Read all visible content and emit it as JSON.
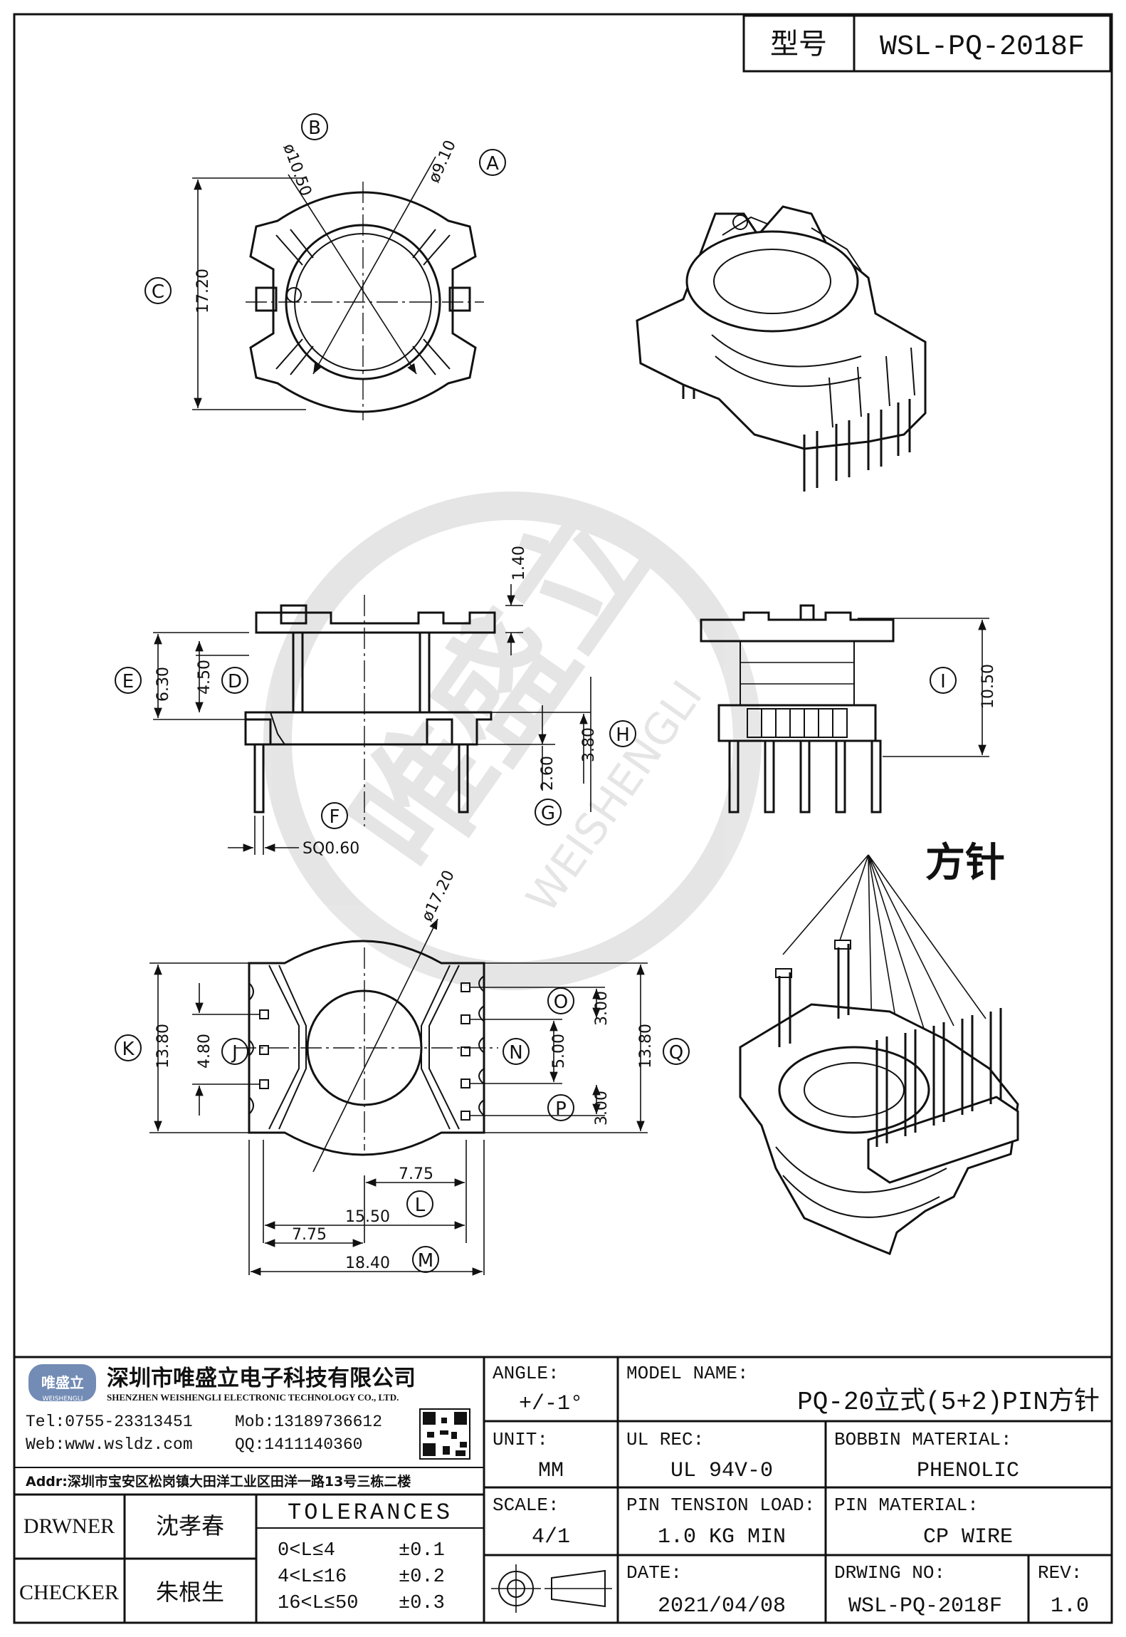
{
  "header": {
    "model_label": "型号",
    "model_value": "WSL-PQ-2018F"
  },
  "views": {
    "top": {
      "bubbles": {
        "a": "A",
        "b": "B",
        "c": "C"
      },
      "dims": {
        "dia_a": "ø9.10",
        "dia_b": "ø10.50",
        "height": "17.20"
      }
    },
    "side": {
      "bubbles": {
        "d": "D",
        "e": "E",
        "f": "F",
        "g": "G",
        "h": "H"
      },
      "dims": {
        "top": "1.40",
        "e": "6.30",
        "d": "4.50",
        "h": "3.80",
        "g": "2.60",
        "pin_sq": "SQ0.60"
      }
    },
    "front": {
      "bubbles": {
        "i": "I"
      },
      "dims": {
        "height": "10.50"
      }
    },
    "bottom": {
      "bubbles": {
        "j": "J",
        "k": "K",
        "l": "L",
        "m": "M",
        "n": "N",
        "o": "O",
        "p": "P",
        "q": "Q"
      },
      "dims": {
        "dia": "ø17.20",
        "k": "13.80",
        "j": "4.80",
        "o": "3.00",
        "n": "5.00",
        "p": "3.00",
        "q": "13.80",
        "l": "7.75",
        "w1": "15.50",
        "w2": "7.75",
        "m": "18.40"
      }
    },
    "iso_pin_callout": "方针"
  },
  "watermark": {
    "cn": "唯盛立",
    "en": "WEISHENGLI"
  },
  "company": {
    "logo_text": "唯盛立",
    "logo_sub": "WEISHENGLI",
    "name_cn": "深圳市唯盛立电子科技有限公司",
    "name_en": "SHENZHEN WEISHENGLI ELECTRONIC TECHNOLOGY CO., LTD.",
    "tel": "Tel:0755-23313451",
    "mob": "Mob:13189736612",
    "web": "Web:www.wsldz.com",
    "qq": "QQ:1411140360",
    "addr": "Addr:深圳市宝安区松岗镇大田洋工业区田洋一路13号三栋二楼"
  },
  "titleblock": {
    "drawner_label": "DRWNER",
    "drawner": "沈孝春",
    "checker_label": "CHECKER",
    "checker": "朱根生",
    "tolerances_label": "TOLERANCES",
    "tolerances": [
      {
        "range": "0<L≤4",
        "value": "±0.1"
      },
      {
        "range": "4<L≤16",
        "value": "±0.2"
      },
      {
        "range": "16<L≤50",
        "value": "±0.3"
      }
    ],
    "angle_label": "ANGLE:",
    "angle": "+/-1°",
    "unit_label": "UNIT:",
    "unit": "MM",
    "scale_label": "SCALE:",
    "scale": "4/1",
    "model_name_label": "MODEL NAME:",
    "model_name": "PQ-20立式(5+2)PIN方针",
    "ul_label": "UL REC:",
    "ul": "UL 94V-0",
    "bobbin_label": "BOBBIN MATERIAL:",
    "bobbin": "PHENOLIC",
    "pin_tension_label": "PIN TENSION LOAD:",
    "pin_tension": "1.0 KG MIN",
    "pin_material_label": "PIN MATERIAL:",
    "pin_material": "CP WIRE",
    "date_label": "DATE:",
    "date": "2021/04/08",
    "drawing_no_label": "DRWING NO:",
    "drawing_no": "WSL-PQ-2018F",
    "rev_label": "REV:",
    "rev": "1.0"
  }
}
